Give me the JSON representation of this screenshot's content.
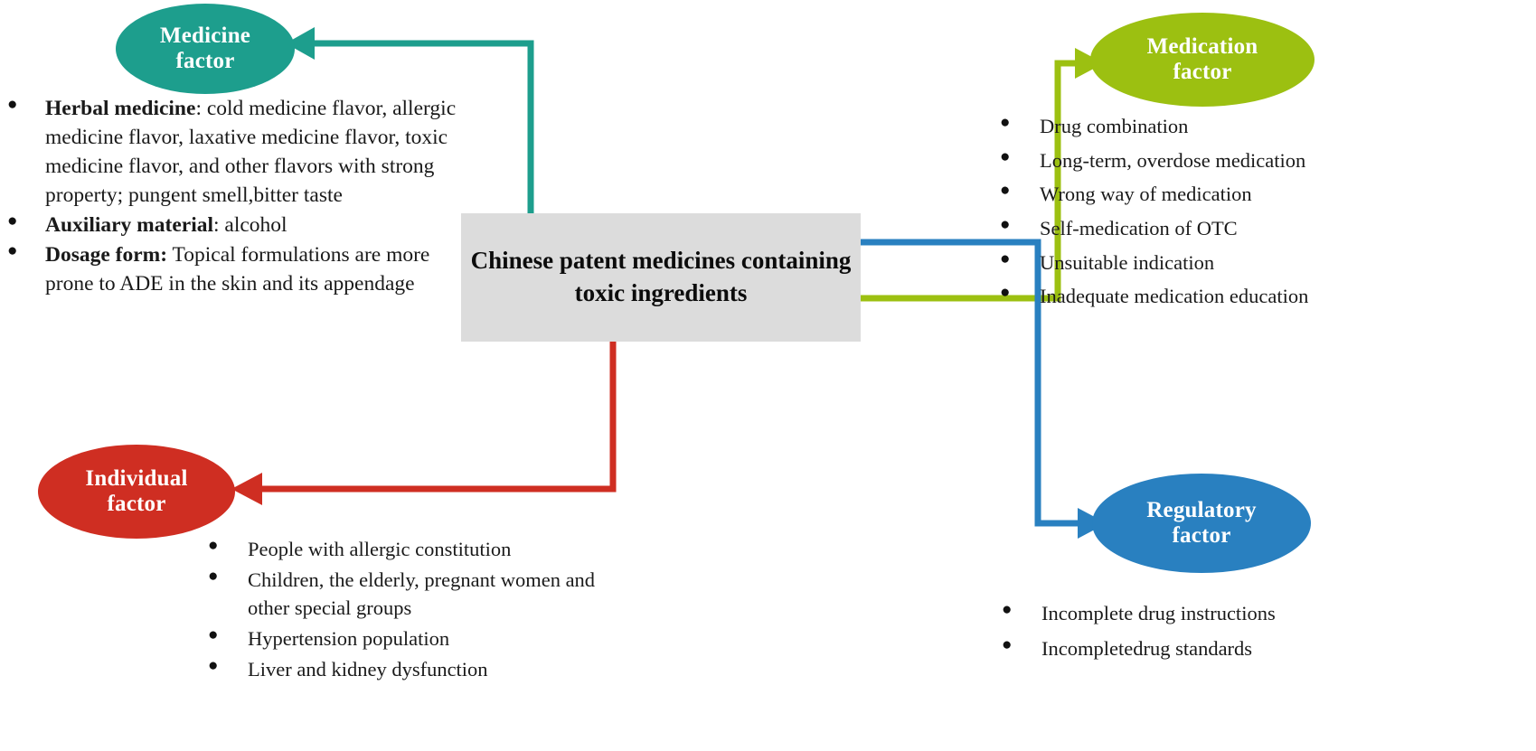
{
  "center": {
    "line1": "Chinese patent medicines",
    "line2": "containing toxic ingredients",
    "bg_color": "#dcdcdc"
  },
  "nodes": {
    "medicine": {
      "line1": "Medicine",
      "line2": "factor",
      "color": "#1d9e8d"
    },
    "medication": {
      "line1": "Medication",
      "line2": "factor",
      "color": "#9cc011"
    },
    "individual": {
      "line1": "Individual",
      "line2": "factor",
      "color": "#cf2e22"
    },
    "regulatory": {
      "line1": "Regulatory",
      "line2": "factor",
      "color": "#2980c0"
    }
  },
  "lists": {
    "medicine": [
      {
        "bold": "Herbal medicine",
        "rest": ": cold medicine flavor, allergic medicine flavor, laxative medicine flavor, toxic medicine flavor, and other flavors with strong property; pungent smell,bitter taste"
      },
      {
        "bold": "Auxiliary material",
        "rest": ": alcohol"
      },
      {
        "bold": "Dosage form:",
        "rest": " Topical formulations are more prone to ADE in the skin and its appendage"
      }
    ],
    "medication": [
      "Drug combination",
      "Long-term, overdose medication",
      "Wrong way of medication",
      "Self-medication of OTC",
      "Unsuitable indication",
      "Inadequate medication education"
    ],
    "individual": [
      "People with allergic constitution",
      "Children, the elderly, pregnant women and other special groups",
      "Hypertension population",
      "Liver and kidney dysfunction"
    ],
    "regulatory": [
      "Incomplete drug instructions",
      "Incompletedrug standards"
    ]
  },
  "connectors": [
    {
      "name": "center-to-medicine",
      "color": "#1d9e8d",
      "target": "Medicine factor"
    },
    {
      "name": "center-to-medication",
      "color": "#9cc011",
      "target": "Medication factor"
    },
    {
      "name": "center-to-individual",
      "color": "#cf2e22",
      "target": "Individual factor"
    },
    {
      "name": "center-to-regulatory",
      "color": "#2980c0",
      "target": "Regulatory factor"
    }
  ]
}
